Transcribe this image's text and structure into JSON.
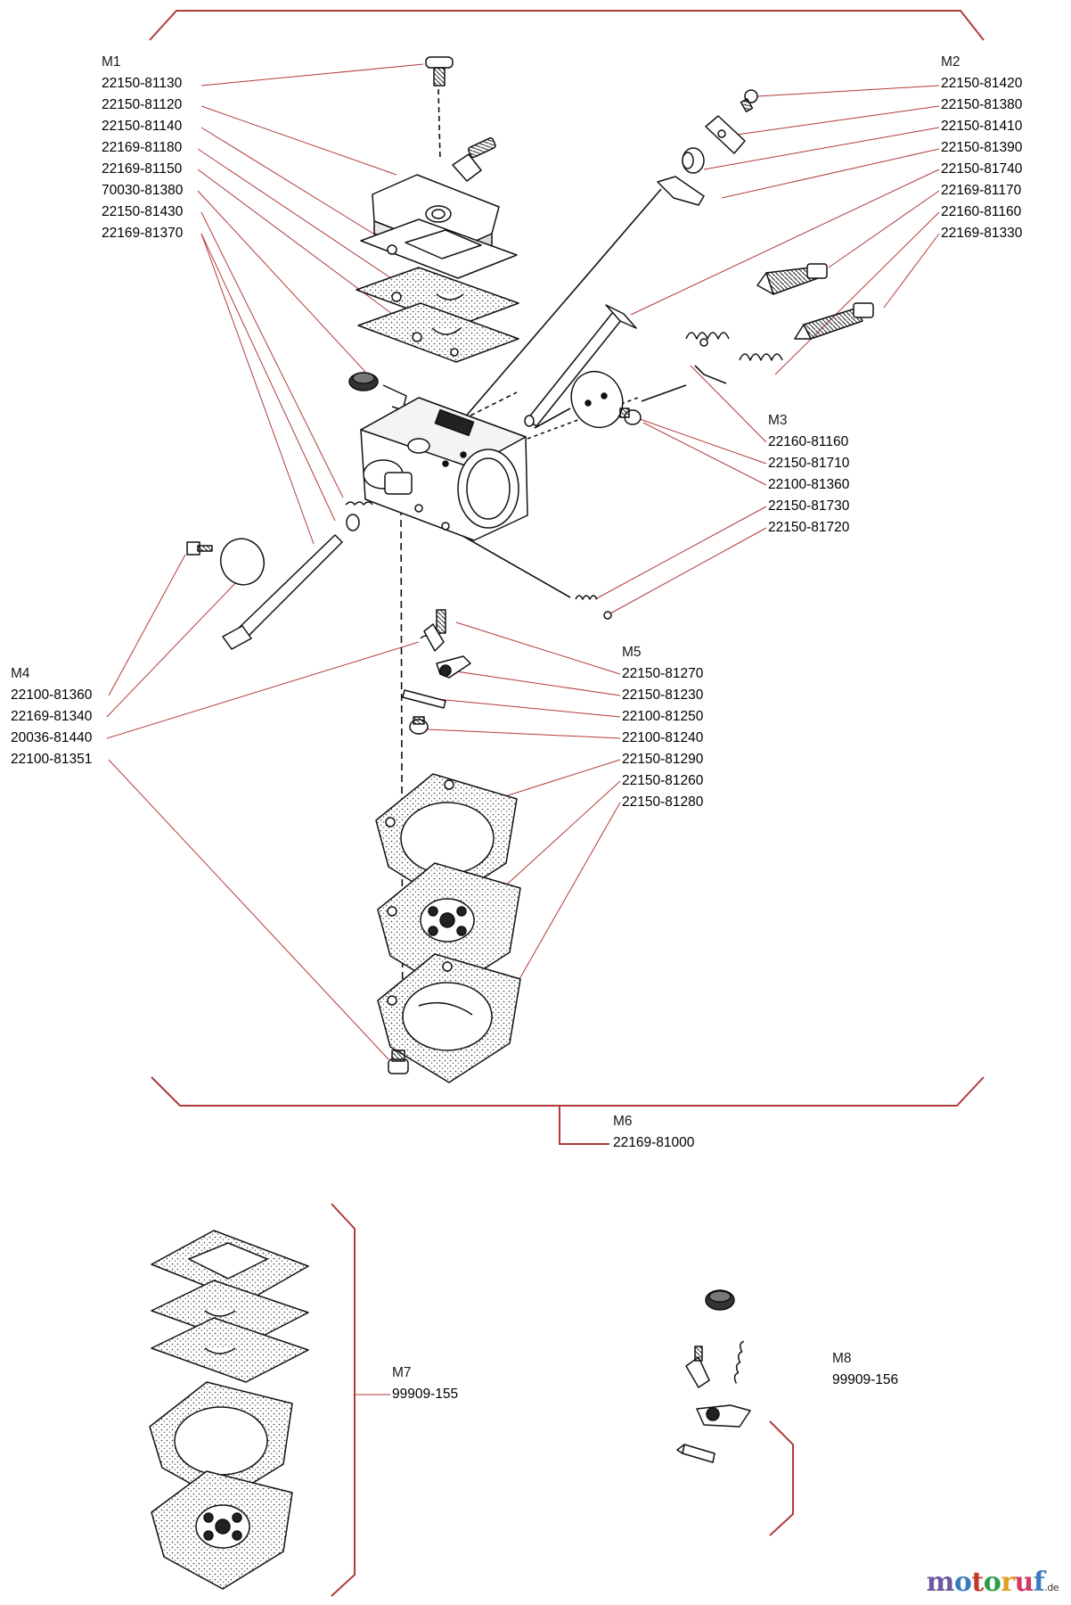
{
  "groups": {
    "M1": {
      "label": "M1",
      "parts": [
        "22150-81130",
        "22150-81120",
        "22150-81140",
        "22169-81180",
        "22169-81150",
        "70030-81380",
        "22150-81430",
        "22169-81370"
      ]
    },
    "M2": {
      "label": "M2",
      "parts": [
        "22150-81420",
        "22150-81380",
        "22150-81410",
        "22150-81390",
        "22150-81740",
        "22169-81170",
        "22160-81160",
        "22169-81330"
      ]
    },
    "M3": {
      "label": "M3",
      "parts": [
        "22160-81160",
        "22150-81710",
        "22100-81360",
        "22150-81730",
        "22150-81720"
      ]
    },
    "M4": {
      "label": "M4",
      "parts": [
        "22100-81360",
        "22169-81340",
        "20036-81440",
        "22100-81351"
      ]
    },
    "M5": {
      "label": "M5",
      "parts": [
        "22150-81270",
        "22150-81230",
        "22100-81250",
        "22100-81240",
        "22150-81290",
        "22150-81260",
        "22150-81280"
      ]
    },
    "M6": {
      "label": "M6",
      "parts": [
        "22169-81000"
      ]
    },
    "M7": {
      "label": "M7",
      "parts": [
        "99909-155"
      ]
    },
    "M8": {
      "label": "M8",
      "parts": [
        "99909-156"
      ]
    }
  },
  "logo": {
    "letters": [
      "m",
      "o",
      "t",
      "o",
      "r",
      "u",
      "f"
    ],
    "tld": ".de",
    "colors": [
      "#6a5aa0",
      "#3a7bbf",
      "#c0392b",
      "#2e9c4a",
      "#e0a020",
      "#d03a6a",
      "#3a7bbf"
    ]
  },
  "colors": {
    "leader": "#b33a3a",
    "bracket": "#b33a3a",
    "ink": "#1a1a1a"
  }
}
